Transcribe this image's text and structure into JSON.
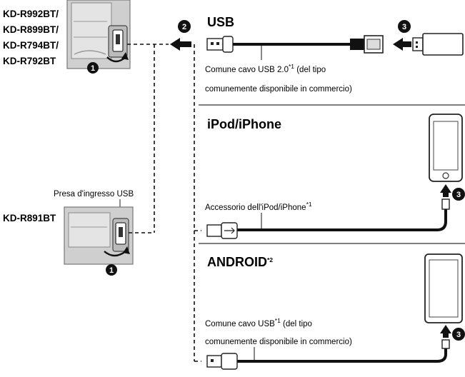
{
  "models_group_a": [
    "KD-R992BT/",
    "KD-R899BT/",
    "KD-R794BT/",
    "KD-R792BT"
  ],
  "models_group_b": [
    "KD-R891BT"
  ],
  "usb_jack_label": "Presa d'ingresso USB",
  "steps": {
    "one": "1",
    "two": "2",
    "three": "3"
  },
  "sections": {
    "usb": {
      "title": "USB",
      "cable_line1": "Comune cavo USB 2.0",
      "cable_sup": "*1",
      "cable_line1_tail": " (del tipo",
      "cable_line2": "comunemente disponibile in commercio)"
    },
    "ipod": {
      "title": "iPod/iPhone",
      "cable_line1": "Accessorio dell'iPod/iPhone",
      "cable_sup": "*1"
    },
    "android": {
      "title": "ANDROID",
      "title_sup": "*2",
      "cable_line1": "Comune cavo USB",
      "cable_sup": "*1",
      "cable_line1_tail": " (del tipo",
      "cable_line2": "comunemente disponibile in commercio)"
    }
  }
}
